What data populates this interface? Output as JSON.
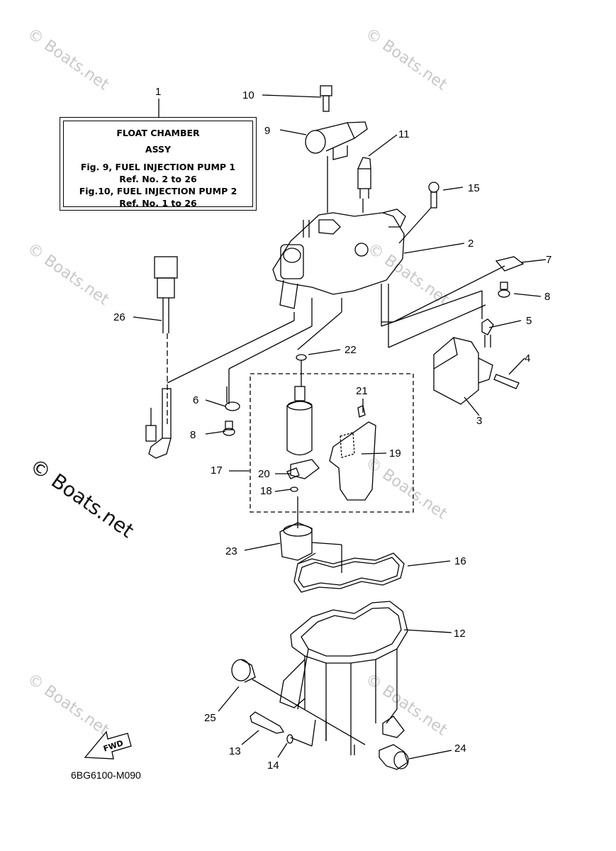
{
  "watermark": "© Boats.net",
  "note_box": {
    "line1": "FLOAT CHAMBER",
    "line2": "ASSY",
    "line3": "Fig. 9, FUEL INJECTION PUMP 1",
    "line4": "Ref. No. 2 to 26",
    "line5": "Fig.10, FUEL INJECTION PUMP 2",
    "line6": "Ref. No. 1 to 26"
  },
  "fwd_label": "FWD",
  "drawing_code": "6BG6100-M090",
  "callouts": [
    "1",
    "2",
    "3",
    "4",
    "5",
    "6",
    "7",
    "8",
    "8",
    "9",
    "10",
    "11",
    "12",
    "13",
    "14",
    "15",
    "16",
    "17",
    "18",
    "19",
    "20",
    "21",
    "22",
    "23",
    "24",
    "25",
    "26"
  ]
}
